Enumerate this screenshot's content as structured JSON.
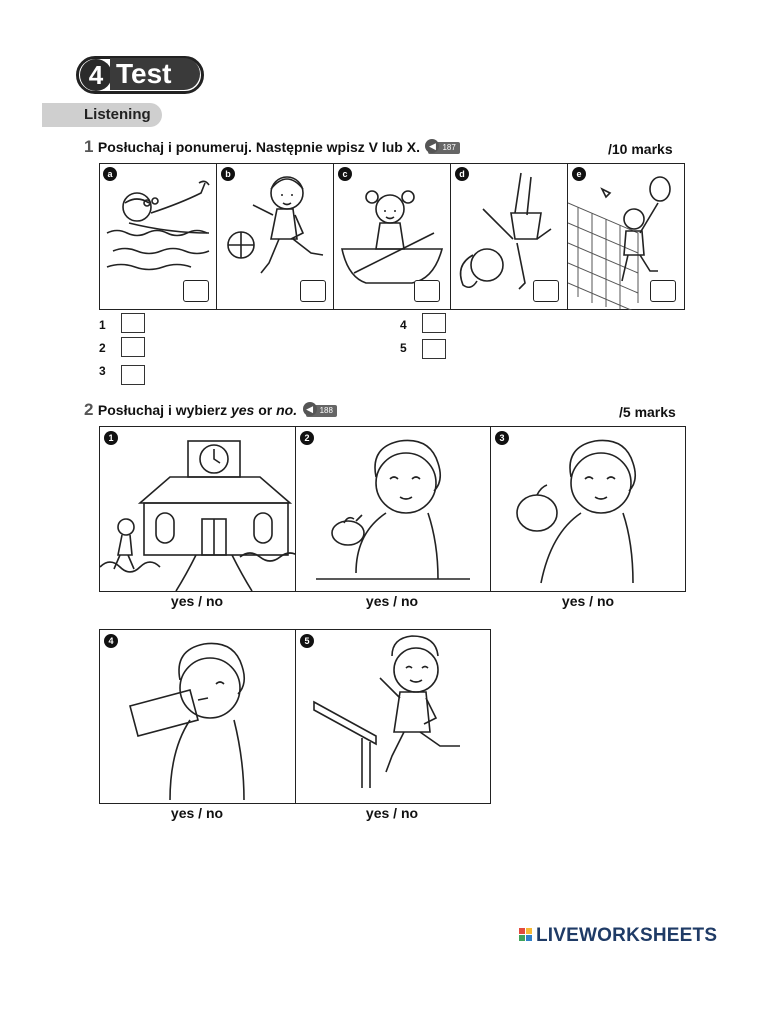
{
  "header": {
    "unit_number": "4",
    "title": "Test",
    "section": "Listening"
  },
  "exercise1": {
    "number": "1",
    "instruction": "Posłuchaj i ponumeruj. Następnie wpisz V lub X.",
    "audio_track": "187",
    "marks": "/10 marks",
    "panels": [
      {
        "letter": "a",
        "icon": "swimming-boy-icon"
      },
      {
        "letter": "b",
        "icon": "basketball-girl-icon"
      },
      {
        "letter": "c",
        "icon": "rowing-girl-icon"
      },
      {
        "letter": "d",
        "icon": "cartwheel-girl-icon"
      },
      {
        "letter": "e",
        "icon": "badminton-girl-icon"
      }
    ],
    "numbers": [
      "1",
      "2",
      "3",
      "4",
      "5"
    ]
  },
  "exercise2": {
    "number": "2",
    "instruction_prefix": "Posłuchaj i wybierz ",
    "instruction_yes": "yes",
    "instruction_or": " or ",
    "instruction_no": "no.",
    "audio_track": "188",
    "marks": "/5 marks",
    "panels": [
      {
        "number": "1",
        "icon": "school-building-icon",
        "answer": "yes / no"
      },
      {
        "number": "2",
        "icon": "boy-holding-flowers-icon",
        "answer": "yes / no"
      },
      {
        "number": "3",
        "icon": "boy-holding-apple-icon",
        "answer": "yes / no"
      },
      {
        "number": "4",
        "icon": "boy-drinking-icon",
        "answer": "yes / no"
      },
      {
        "number": "5",
        "icon": "boy-running-hurdle-icon",
        "answer": "yes / no"
      }
    ]
  },
  "footer": {
    "brand": "LIVEWORKSHEETS",
    "colors": {
      "brand": "#1f3b66"
    }
  }
}
